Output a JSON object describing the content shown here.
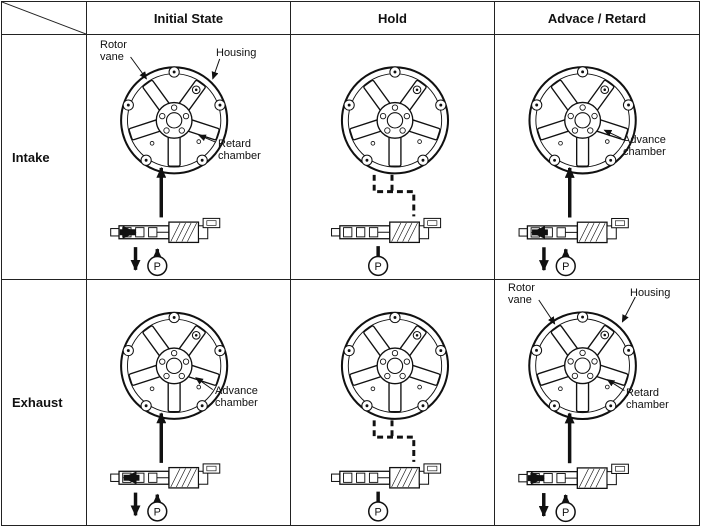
{
  "table": {
    "columns": [
      "Initial State",
      "Hold",
      "Advace / Retard"
    ],
    "row_headers": [
      "Intake",
      "Exhaust"
    ]
  },
  "labels": {
    "rotor_vane": "Rotor\nvane",
    "housing": "Housing",
    "retard_chamber": "Retard\nchamber",
    "advance_chamber": "Advance\nchamber",
    "pump": "P"
  },
  "colors": {
    "line": "#111111",
    "background": "#ffffff"
  }
}
